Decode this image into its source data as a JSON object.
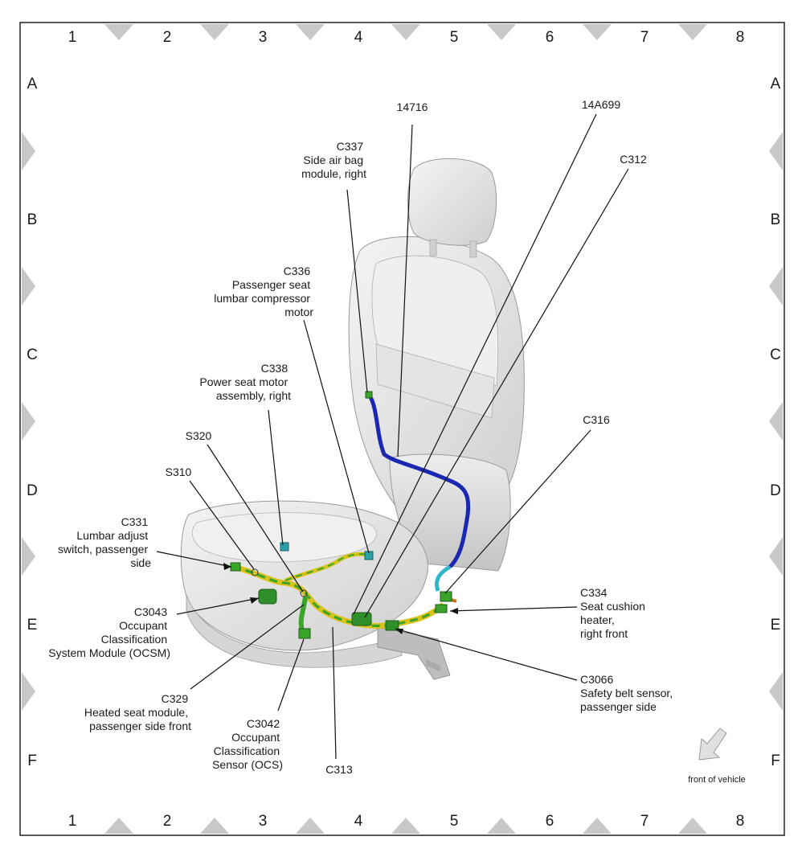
{
  "grid": {
    "columns": [
      "1",
      "2",
      "3",
      "4",
      "5",
      "6",
      "7",
      "8"
    ],
    "rows": [
      "A",
      "B",
      "C",
      "D",
      "E",
      "F"
    ]
  },
  "labels": {
    "c14716": {
      "lines": [
        "14716"
      ]
    },
    "c14a699": {
      "lines": [
        "14A699"
      ]
    },
    "c312": {
      "lines": [
        "C312"
      ]
    },
    "c337": {
      "lines": [
        "C337",
        "Side air bag",
        "module, right"
      ]
    },
    "c336": {
      "lines": [
        "C336",
        "Passenger seat",
        "lumbar compressor",
        "motor"
      ]
    },
    "c338": {
      "lines": [
        "C338",
        "Power seat motor",
        "assembly, right"
      ]
    },
    "s320": {
      "lines": [
        "S320"
      ]
    },
    "s310": {
      "lines": [
        "S310"
      ]
    },
    "c316": {
      "lines": [
        "C316"
      ]
    },
    "c331": {
      "lines": [
        "C331",
        "Lumbar adjust",
        "switch, passenger",
        "side"
      ]
    },
    "c3043": {
      "lines": [
        "C3043",
        "Occupant",
        "Classification",
        "System Module (OCSM)"
      ]
    },
    "c334": {
      "lines": [
        "C334",
        "Seat cushion",
        "heater,",
        "right front"
      ]
    },
    "c3066": {
      "lines": [
        "C3066",
        "Safety belt sensor,",
        "passenger side"
      ]
    },
    "c329": {
      "lines": [
        "C329",
        "Heated seat module,",
        "passenger side front"
      ]
    },
    "c3042": {
      "lines": [
        "C3042",
        "Occupant",
        "Classification",
        "Sensor (OCS)"
      ]
    },
    "c313": {
      "lines": [
        "C313"
      ]
    }
  },
  "front_of_vehicle": "front of vehicle",
  "colors": {
    "frame": "#222222",
    "marker": "#c8c8c8",
    "seat": "#e6e6e6",
    "seat_edge": "#9a9a9a",
    "harness_green": "#3aa32a",
    "harness_yellow": "#d9c21a",
    "harness_blue": "#1a27b0",
    "harness_cyan": "#30b8c8",
    "harness_orange": "#d06a1a"
  }
}
